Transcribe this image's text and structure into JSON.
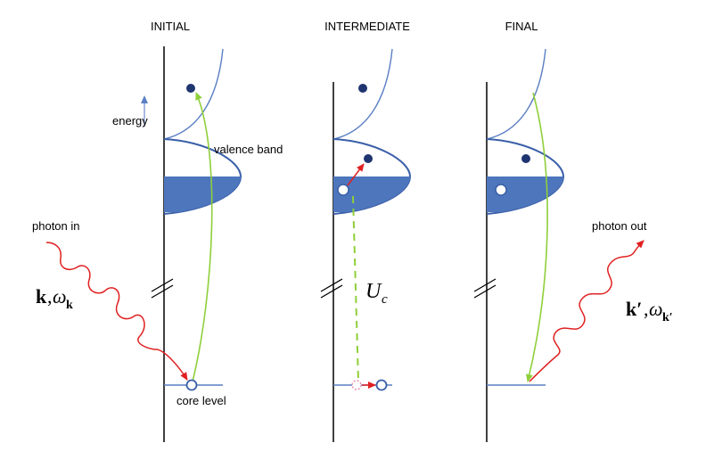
{
  "panels": {
    "initial": {
      "title": "INITIAL"
    },
    "intermediate": {
      "title": "INTERMEDIATE"
    },
    "final": {
      "title": "FINAL"
    }
  },
  "labels": {
    "energy": "energy",
    "valence_band": "valence band",
    "core_level": "core level",
    "photon_in": "photon in",
    "photon_out": "photon out"
  },
  "math": {
    "k_in": "k",
    "omega_in": "ω",
    "omega_in_sub": "k",
    "k_out": "k′",
    "omega_out": "ω",
    "omega_out_sub": "k′",
    "interaction": "U",
    "interaction_sub": "c"
  },
  "colors": {
    "axis": "#000000",
    "band": "#3a5fa8",
    "band_fill": "#4d76bd",
    "electron": "#1f3570",
    "photon": "#e02020",
    "transition": "#8fcf3a",
    "core_line": "#5b7fc4"
  }
}
